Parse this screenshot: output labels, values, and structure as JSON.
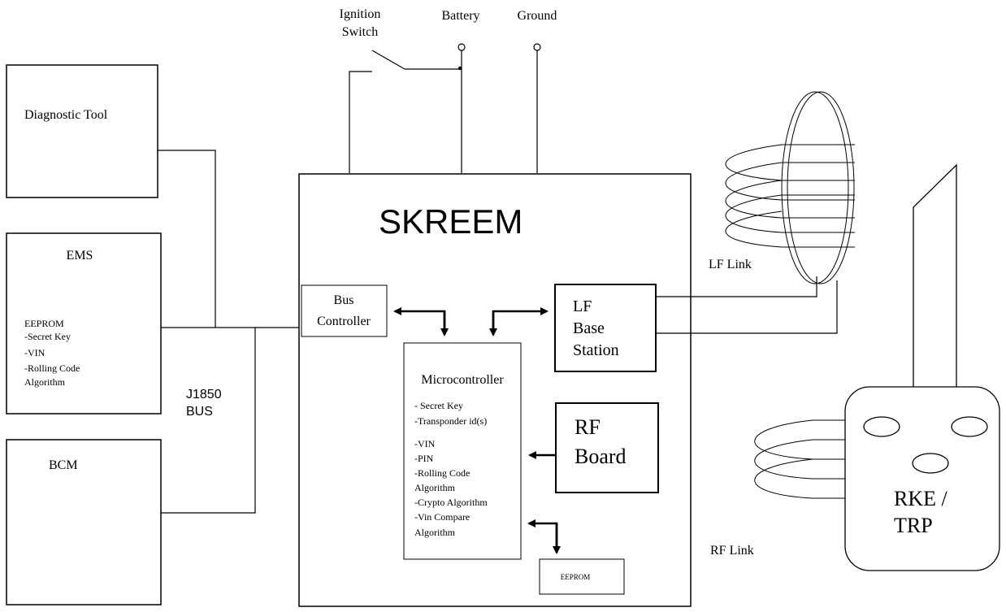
{
  "power": {
    "ignition_line1": "Ignition",
    "ignition_line2": "Switch",
    "battery": "Battery",
    "ground": "Ground"
  },
  "modules": {
    "diagnostic_tool": "Diagnostic Tool",
    "ems_title": "EMS",
    "ems_items": [
      "EEPROM",
      "-Secret Key",
      "-VIN",
      "-Rolling  Code",
      "Algorithm"
    ],
    "bcm": "BCM"
  },
  "bus": {
    "line1": "J1850",
    "line2": "BUS"
  },
  "skreem": {
    "title": "SKREEM",
    "bus_controller_line1": "Bus",
    "bus_controller_line2": "Controller",
    "lf_base_line1": "LF",
    "lf_base_line2": "Base",
    "lf_base_line3": "Station",
    "rf_board_line1": "RF",
    "rf_board_line2": "Board",
    "micro_title": "Microcontroller",
    "micro_items": [
      "- Secret Key",
      "-Transponder id(s)",
      "-VIN",
      "-PIN",
      "-Rolling Code",
      "Algorithm",
      "-Crypto Algorithm",
      "-Vin Compare",
      "Algorithm"
    ],
    "eeprom": "EEPROM"
  },
  "links": {
    "lf": "LF  Link",
    "rf": "RF  Link"
  },
  "fob": {
    "line1": "RKE /",
    "line2": "TRP"
  }
}
